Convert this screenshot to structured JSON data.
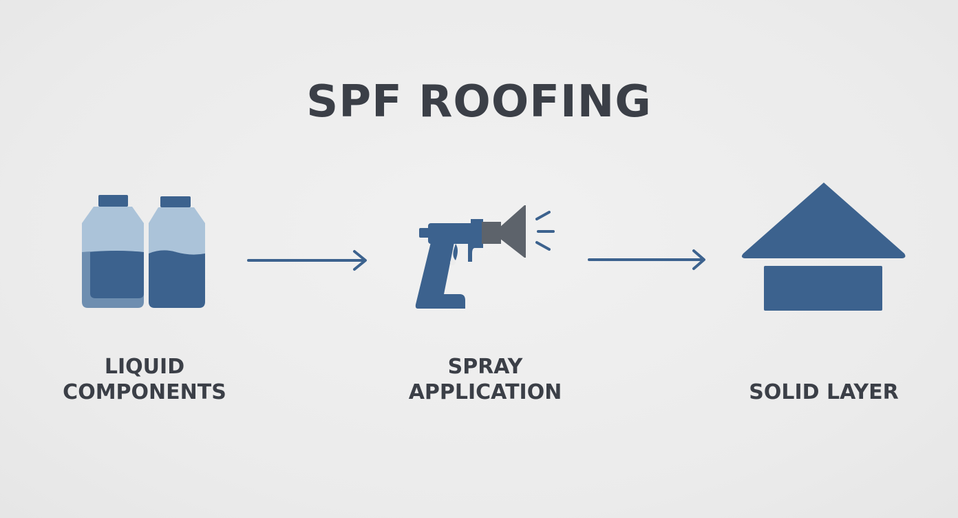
{
  "title": "SPF ROOFING",
  "colors": {
    "blue": "#3c628e",
    "light_blue": "#abc3d9",
    "grey": "#5d636b",
    "text": "#3b3f47",
    "background": "#ececec"
  },
  "steps": [
    {
      "icon": "liquid-bottles-icon",
      "label_lines": [
        "LIQUID",
        "COMPONENTS"
      ]
    },
    {
      "icon": "spray-gun-icon",
      "label_lines": [
        "SPRAY",
        "APPLICATION"
      ]
    },
    {
      "icon": "roof-house-icon",
      "label_lines": [
        "SOLID LAYER"
      ]
    }
  ],
  "connectors": [
    "arrow-right-icon",
    "arrow-right-icon"
  ]
}
